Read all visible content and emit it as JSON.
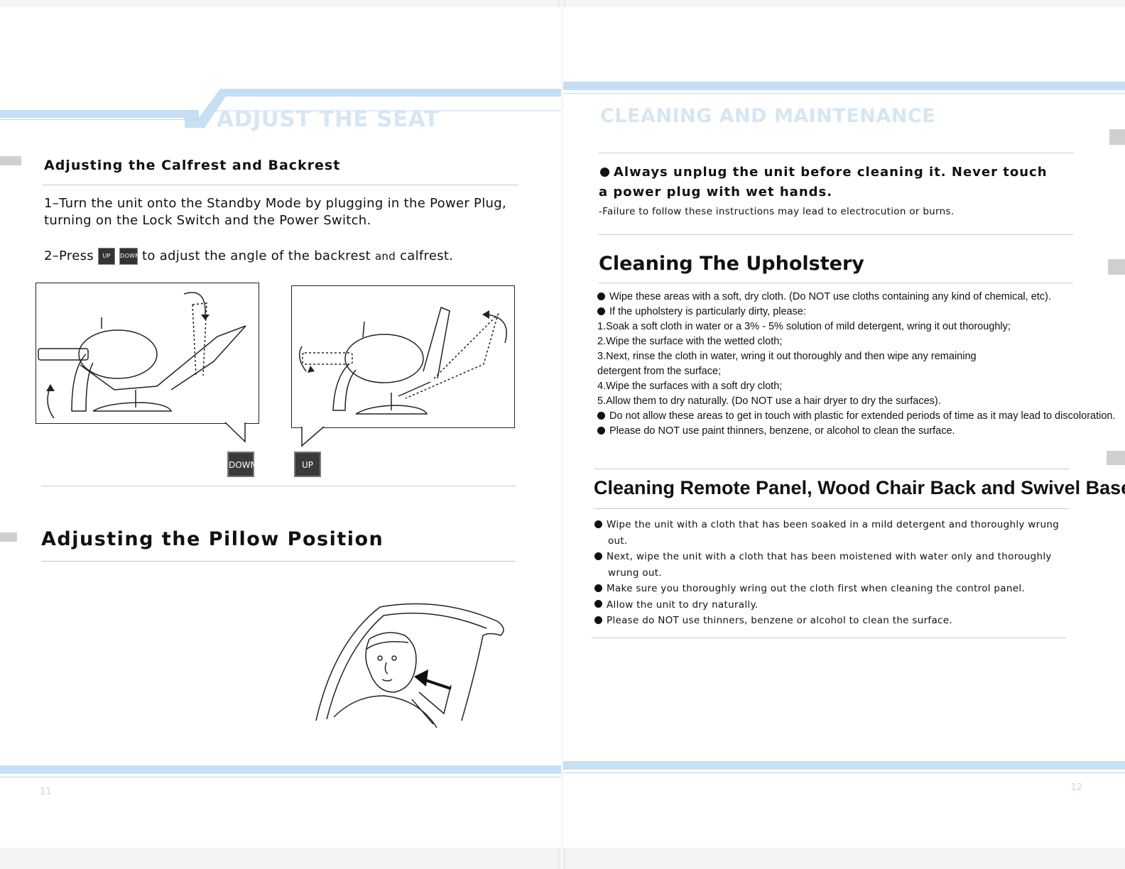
{
  "left_page": {
    "section_title": "ADJUST THE SEAT",
    "sub1": {
      "heading": "Adjusting the Calfrest and Backrest",
      "step1_line1": "1–Turn the unit onto the Standby Mode by plugging in the Power Plug,",
      "step1_line2": "turning on the Lock Switch and the Power Switch.",
      "step2_prefix": "2–Press",
      "up_label": "UP",
      "down_label": "DOWN",
      "step2_suffix": "to adjust the angle of the backrest",
      "step2_and": "and",
      "step2_end": "calfrest."
    },
    "diagram_down_label": "DOWN",
    "diagram_up_label": "UP",
    "sub2_heading": "Adjusting the Pillow Position",
    "page_number": "11"
  },
  "right_page": {
    "section_title": "CLEANING AND MAINTENANCE",
    "warning_line1": "Always unplug the unit before cleaning it.  Never touch",
    "warning_line2": "a power plug with wet hands.",
    "warning_note": "-Failure to follow these instructions may lead to electrocution or burns.",
    "upholstery": {
      "heading": "Cleaning The Upholstery",
      "items": [
        {
          "bullet": true,
          "text": "Wipe these areas with a soft, dry cloth. (Do NOT use cloths containing any kind of chemical, etc)."
        },
        {
          "bullet": true,
          "text": "If the upholstery is particularly dirty, please:"
        },
        {
          "bullet": false,
          "text": "1.Soak a soft cloth in water or a 3% - 5% solution of mild detergent, wring it out thoroughly;"
        },
        {
          "bullet": false,
          "text": "2.Wipe the surface with the wetted cloth;"
        },
        {
          "bullet": false,
          "text": "3.Next, rinse the cloth in water, wring it out thoroughly and then wipe any remaining"
        },
        {
          "bullet": false,
          "text": "detergent from the surface;"
        },
        {
          "bullet": false,
          "text": "4.Wipe the surfaces with a soft dry cloth;"
        },
        {
          "bullet": false,
          "text": "5.Allow them to dry naturally. (Do NOT use a hair dryer to dry the surfaces)."
        },
        {
          "bullet": true,
          "text": "Do not allow these areas to get in touch with plastic for extended periods of time as it may lead to discoloration."
        },
        {
          "bullet": true,
          "text": "Please do NOT use paint thinners, benzene, or alcohol to clean the surface."
        }
      ]
    },
    "remote": {
      "heading": "Cleaning Remote Panel, Wood Chair Back and Swivel Base",
      "items": [
        {
          "bullet": true,
          "text": "Wipe the unit with a cloth that has been soaked in a mild detergent and thoroughly wrung"
        },
        {
          "bullet": false,
          "text": "out."
        },
        {
          "bullet": true,
          "text": "Next, wipe the unit with a cloth that has been moistened with water only and thoroughly"
        },
        {
          "bullet": false,
          "text": "wrung out."
        },
        {
          "bullet": true,
          "text": "Make sure you thoroughly wring out the cloth first when cleaning the control panel."
        },
        {
          "bullet": true,
          "text": "Allow the unit to dry naturally."
        },
        {
          "bullet": true,
          "text": "Please do NOT use thinners, benzene or alcohol to clean the surface."
        }
      ]
    },
    "page_number": "12"
  },
  "icons": [
    "chair-recline-diagram",
    "chair-upright-diagram",
    "pillow-illustration",
    "arrow-icon"
  ],
  "colors": {
    "band": "#c7dff2",
    "title": "#d6e6f3",
    "text": "#111111"
  }
}
